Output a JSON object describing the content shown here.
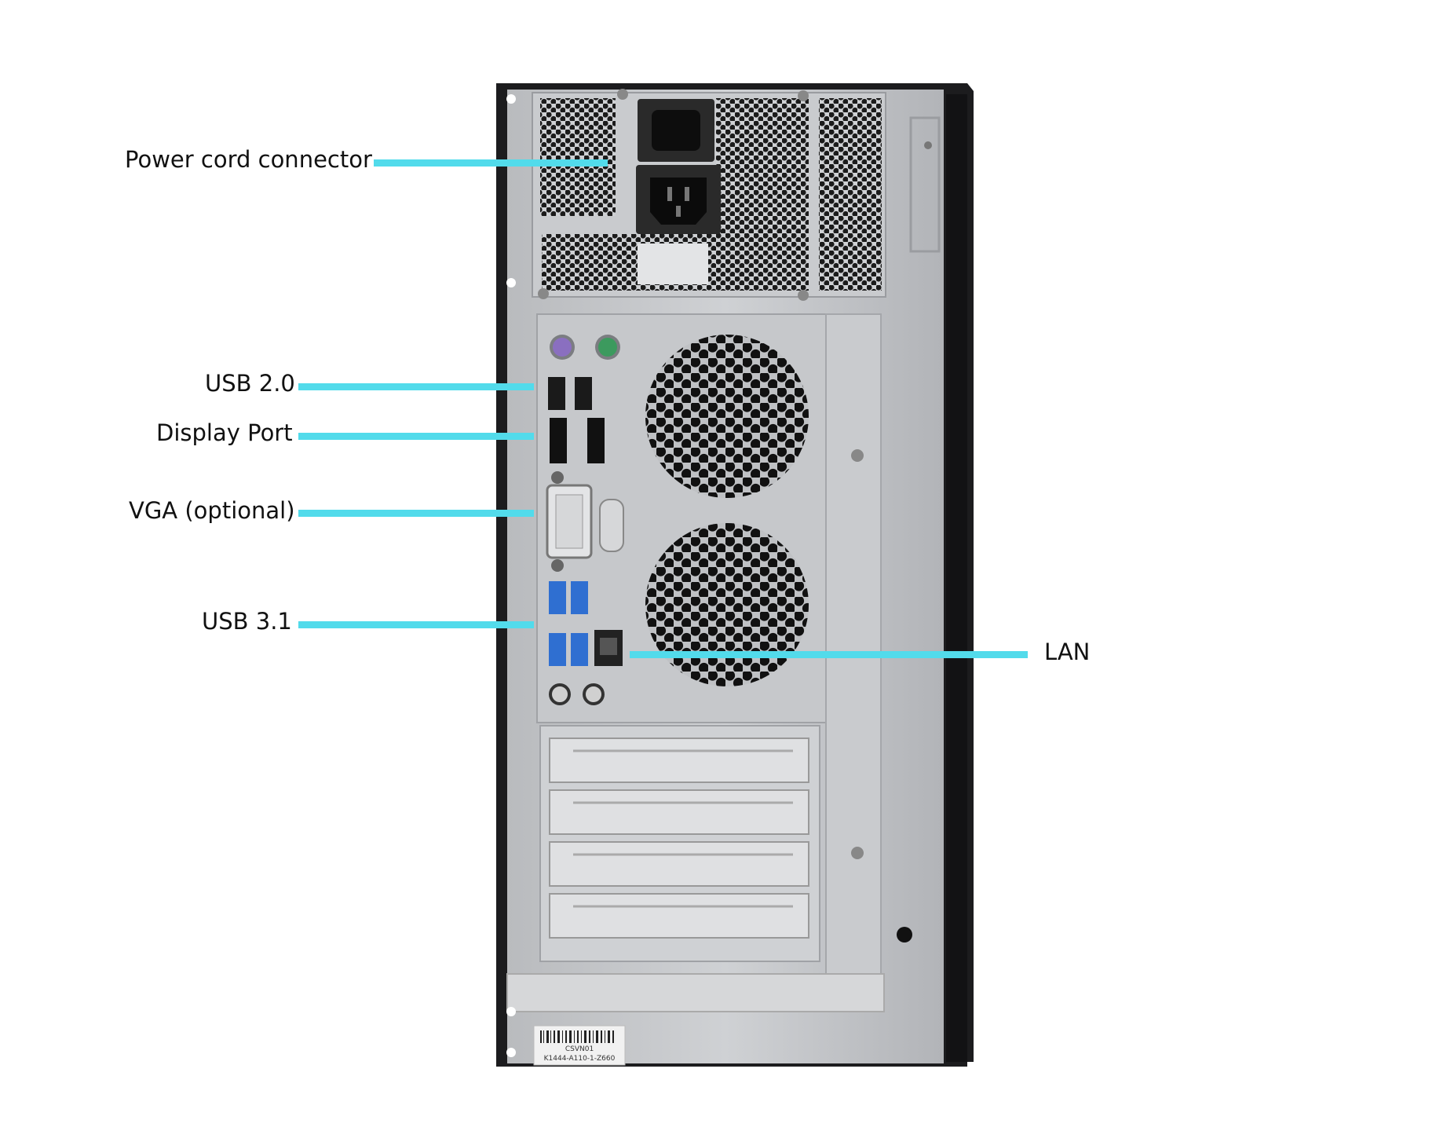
{
  "callouts": {
    "power": "Power cord connector",
    "usb2": "USB 2.0",
    "displayport": "Display Port",
    "vga": "VGA (optional)",
    "usb31": "USB 3.1",
    "lan": "LAN"
  },
  "barcode_sticker": {
    "line1": "CSVN01",
    "line2": "K1444-A110-1-Z660"
  },
  "colors": {
    "leader": "#52dbeb",
    "case_frame": "#1c1c1e",
    "panel": "#c4c6c9",
    "ps2_mouse": "#8a6fc0",
    "ps2_keyboard": "#3c9a5e",
    "usb3_blue": "#2f6fd1"
  }
}
